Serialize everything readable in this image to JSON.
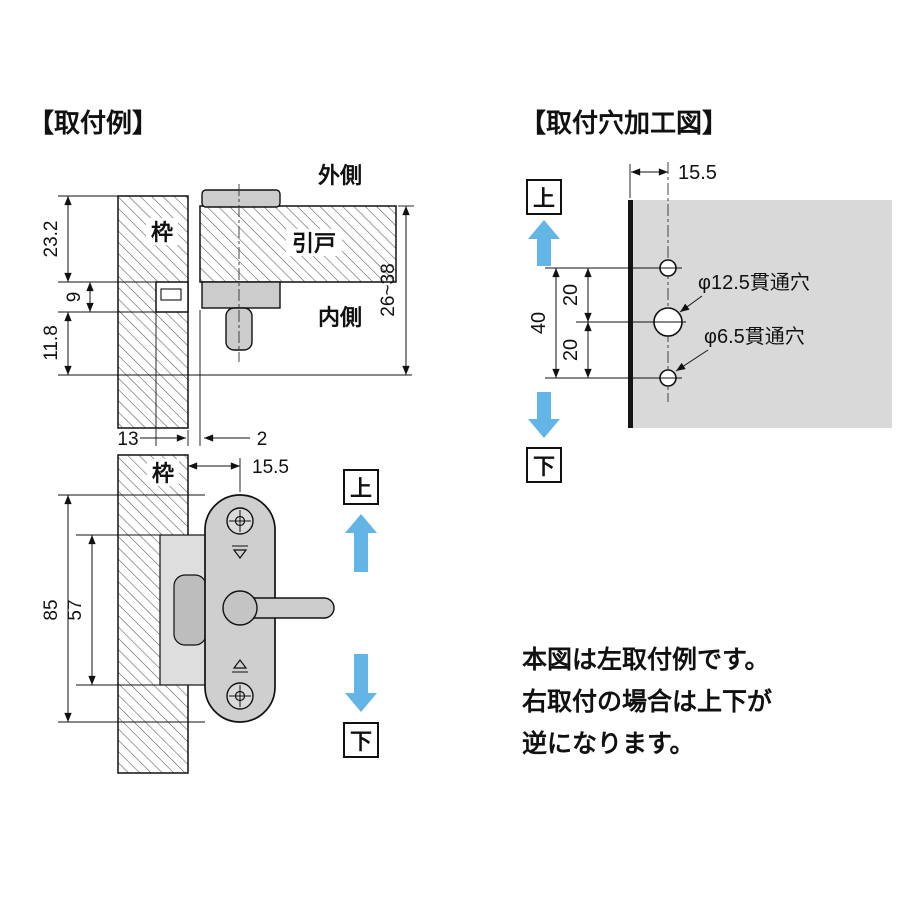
{
  "titles": {
    "left": "【取付例】",
    "right": "【取付穴加工図】"
  },
  "labels": {
    "outside": "外側",
    "door": "引戸",
    "inside": "内側",
    "frame_top": "枠",
    "frame_bottom": "枠",
    "up_left": "上",
    "down_left": "下",
    "up_right": "上",
    "down_right": "下"
  },
  "dims": {
    "d23_2": "23.2",
    "d9": "9",
    "d11_8": "11.8",
    "d26_38": "26~38",
    "d13": "13",
    "d2": "2",
    "d15_5_left": "15.5",
    "d85": "85",
    "d57": "57",
    "d15_5_right": "15.5",
    "d40": "40",
    "d20a": "20",
    "d20b": "20"
  },
  "holes": {
    "large": "φ12.5貫通穴",
    "small": "φ6.5貫通穴"
  },
  "note": {
    "line1": "本図は左取付例です。",
    "line2": "右取付の場合は上下が",
    "line3": "逆になります。"
  },
  "colors": {
    "arrow_blue": "#62b5e5",
    "panel_gray": "#d9d9d9",
    "hardware_gray": "#cccccc",
    "line": "#111111"
  }
}
